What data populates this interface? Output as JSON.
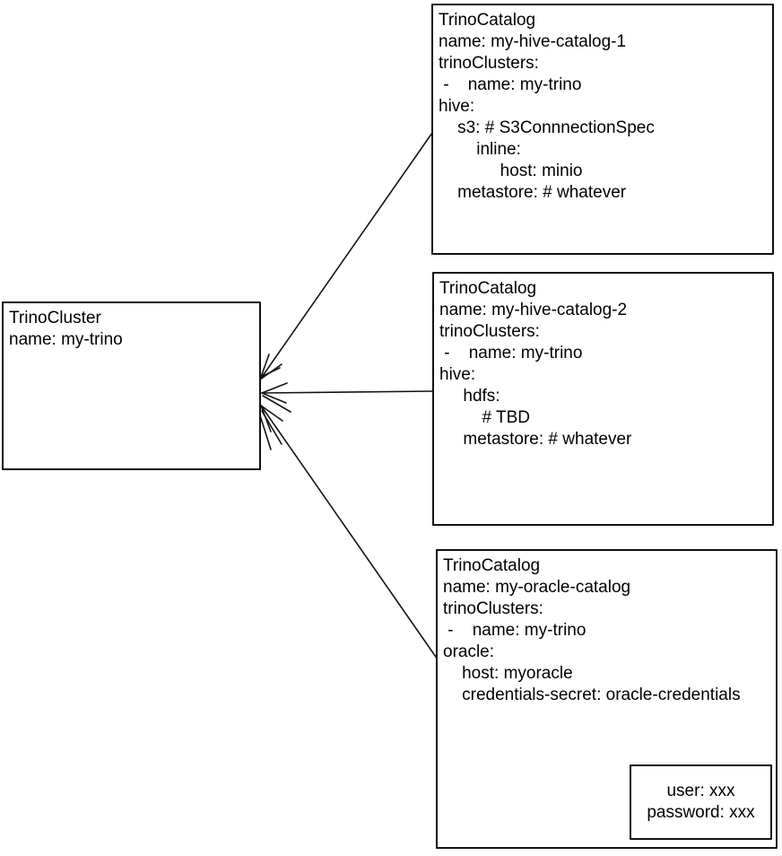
{
  "colors": {
    "stroke": "#121212",
    "background": "#ffffff",
    "text": "#000000"
  },
  "boxes": {
    "cluster": {
      "lines": [
        "TrinoCluster",
        "name: my-trino"
      ]
    },
    "catalog1": {
      "lines": [
        "TrinoCatalog",
        "name: my-hive-catalog-1",
        "trinoClusters:",
        " -    name: my-trino",
        "hive:",
        "    s3: # S3ConnnectionSpec",
        "        inline:",
        "             host: minio",
        "    metastore: # whatever"
      ]
    },
    "catalog2": {
      "lines": [
        "TrinoCatalog",
        "name: my-hive-catalog-2",
        "trinoClusters:",
        " -    name: my-trino",
        "hive:",
        "     hdfs:",
        "         # TBD",
        "     metastore: # whatever"
      ]
    },
    "catalog3": {
      "lines": [
        "TrinoCatalog",
        "name: my-oracle-catalog",
        "trinoClusters:",
        " -    name: my-trino",
        "oracle:",
        "    host: myoracle",
        "    credentials-secret: oracle-credentials"
      ]
    },
    "secret": {
      "lines": [
        "user: xxx",
        "password: xxx"
      ]
    }
  }
}
